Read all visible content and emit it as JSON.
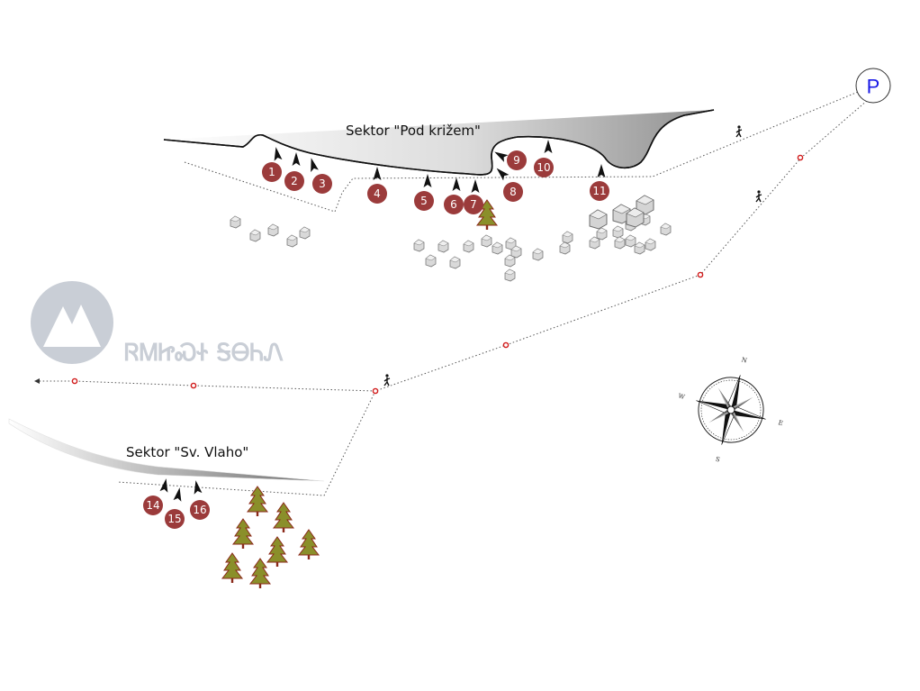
{
  "sectors": [
    {
      "id": "pod-krizem",
      "title": "Sektor \"Pod križem\""
    },
    {
      "id": "sv-vlaho",
      "title": "Sektor \"Sv. Vlaho\""
    }
  ],
  "routes": [
    "1",
    "2",
    "3",
    "4",
    "5",
    "6",
    "7",
    "8",
    "9",
    "10",
    "11",
    "14",
    "15",
    "16"
  ],
  "parking": {
    "label": "P"
  },
  "logo": {
    "text": "ᏒᎷᏥᏍᏐ ᎦᎾᏂᏁ"
  },
  "compass": {
    "n": "N",
    "e": "E",
    "s": "S",
    "w": "W"
  },
  "colors": {
    "route_marker": "#9b3b3b",
    "parking_letter": "#1a1ae6",
    "path_dot": "#d11a1a",
    "tree": "#6b7a1a",
    "logo": "#c9ced6"
  }
}
